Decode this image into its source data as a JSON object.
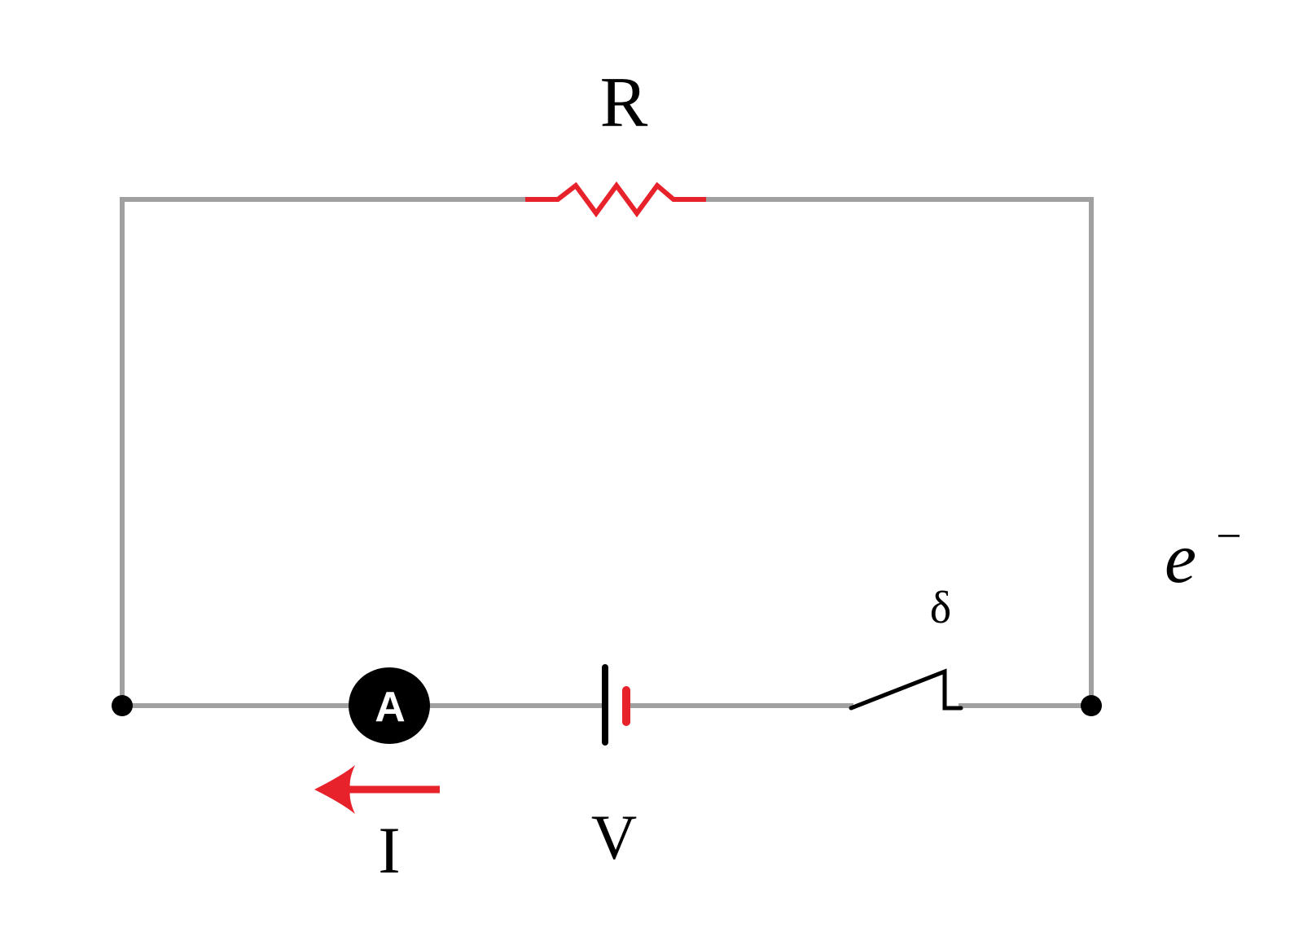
{
  "diagram": {
    "type": "electric-circuit",
    "colors": {
      "wire": "#a0a0a0",
      "highlight": "#e8222a",
      "ink": "#000000",
      "background": "#ffffff"
    },
    "labels": {
      "resistor": "R",
      "electron": "e",
      "electron_charge": "−",
      "switch": "δ",
      "current": "I",
      "battery": "V",
      "ammeter": "A"
    },
    "components": [
      {
        "name": "resistor",
        "symbol": "zigzag",
        "position": "top-center"
      },
      {
        "name": "ammeter",
        "symbol": "circle-A",
        "position": "bottom-left"
      },
      {
        "name": "battery",
        "symbol": "cell",
        "position": "bottom-center"
      },
      {
        "name": "switch",
        "symbol": "open-switch",
        "position": "bottom-right"
      }
    ],
    "current_direction": "leftward"
  }
}
